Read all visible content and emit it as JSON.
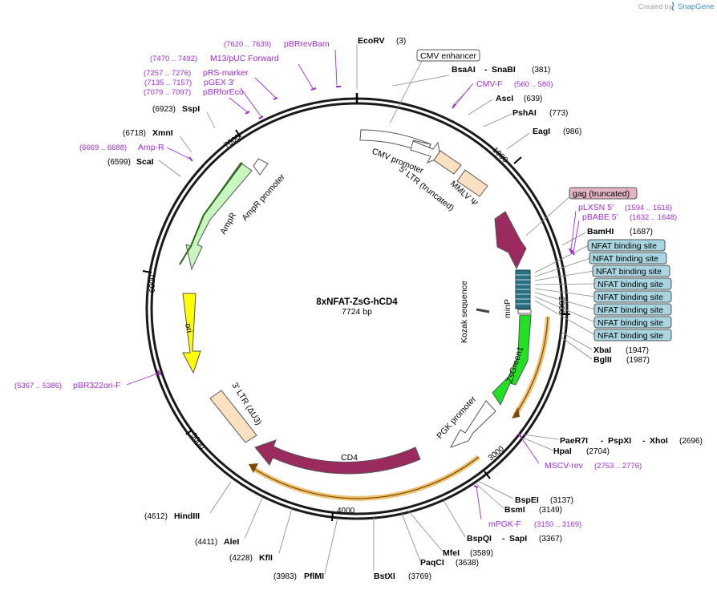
{
  "credit": {
    "prefix": "Created by",
    "brand": "SnapGene"
  },
  "plasmid": {
    "name": "8xNFAT-ZsG-hCD4",
    "length": "7724 bp"
  },
  "ticks": [
    "1000",
    "2000",
    "3000",
    "4000",
    "5000",
    "6000",
    "7000"
  ],
  "enzymes": [
    {
      "name": "EcoRV",
      "pos": "(3)"
    },
    {
      "name": "BsaAI",
      "name2": "SnaBI",
      "pos": "(381)"
    },
    {
      "name": "AscI",
      "pos": "(639)"
    },
    {
      "name": "PshAI",
      "pos": "(773)"
    },
    {
      "name": "EagI",
      "pos": "(986)"
    },
    {
      "name": "BamHI",
      "pos": "(1687)"
    },
    {
      "name": "XbaI",
      "pos": "(1947)"
    },
    {
      "name": "BglII",
      "pos": "(1987)"
    },
    {
      "name": "PaeR7I",
      "name2": "PspXI",
      "name3": "XhoI",
      "pos": "(2696)"
    },
    {
      "name": "HpaI",
      "pos": "(2704)"
    },
    {
      "name": "BspEI",
      "pos": "(3137)"
    },
    {
      "name": "BsmI",
      "pos": "(3149)"
    },
    {
      "name": "BspQI",
      "name2": "SapI",
      "pos": "(3367)"
    },
    {
      "name": "MfeI",
      "pos": "(3589)"
    },
    {
      "name": "PaqCI",
      "pos": "(3638)"
    },
    {
      "name": "BstXI",
      "pos": "(3769)"
    },
    {
      "name": "PflMI",
      "pos": "(3983)"
    },
    {
      "name": "KflI",
      "pos": "(4228)"
    },
    {
      "name": "AleI",
      "pos": "(4411)"
    },
    {
      "name": "HindIII",
      "pos": "(4612)"
    },
    {
      "name": "ScaI",
      "pos": "(6599)"
    },
    {
      "name": "XmnI",
      "pos": "(6718)"
    },
    {
      "name": "SspI",
      "pos": "(6923)"
    }
  ],
  "primers": [
    {
      "name": "pBRrevBam",
      "pos": "(7620 .. 7639)"
    },
    {
      "name": "M13/pUC Forward",
      "pos": "(7470 .. 7492)"
    },
    {
      "name": "pRS-marker",
      "pos": "(7257 .. 7276)"
    },
    {
      "name": "pGEX 3'",
      "pos": "(7135 .. 7157)"
    },
    {
      "name": "pBRforEco",
      "pos": "(7079 .. 7097)"
    },
    {
      "name": "CMV-F",
      "pos": "(560 .. 580)"
    },
    {
      "name": "pLXSN 5'",
      "pos": "(1594 .. 1616)"
    },
    {
      "name": "pBABE 5'",
      "pos": "(1632 .. 1648)"
    },
    {
      "name": "Amp-R",
      "pos": "(6669 .. 6688)"
    },
    {
      "name": "pBR322ori-F",
      "pos": "(5367 .. 5386)"
    },
    {
      "name": "MSCV-rev",
      "pos": "(2753 .. 2776)"
    },
    {
      "name": "mPGK-F",
      "pos": "(3150 .. 3169)"
    }
  ],
  "boxed": {
    "cmv_enhancer": "CMV enhancer",
    "gag": "gag (truncated)",
    "nfat": [
      "NFAT binding site",
      "NFAT binding site",
      "NFAT binding site",
      "NFAT binding site",
      "NFAT binding site",
      "NFAT binding site",
      "NFAT binding site",
      "NFAT binding site"
    ]
  },
  "features": {
    "cmv_promoter": "CMV promoter",
    "ltr5": "5' LTR (truncated)",
    "mmlv": "MMLV Ψ",
    "minp": "minP",
    "kozak": "Kozak sequence",
    "zsgreen": "ZsGreen1",
    "pgk": "PGK promoter",
    "cd4": "CD4",
    "ltr3": "3' LTR (ΔU3)",
    "ori": "ori",
    "ampr": "AmpR",
    "ampr_promoter": "AmpR promoter"
  },
  "colors": {
    "backbone": "#1a1a1a",
    "maroon": "#9b2a5e",
    "green": "#22e022",
    "lightgreen": "#c8f5c0",
    "yellow": "#ffff00",
    "beige": "#fbe0c2",
    "teal": "#2a6f82",
    "nfat_box": "#a8d5e0",
    "gag_box": "#e4b4c4",
    "primer": "#a02cd6",
    "orange": "#f0c070"
  }
}
